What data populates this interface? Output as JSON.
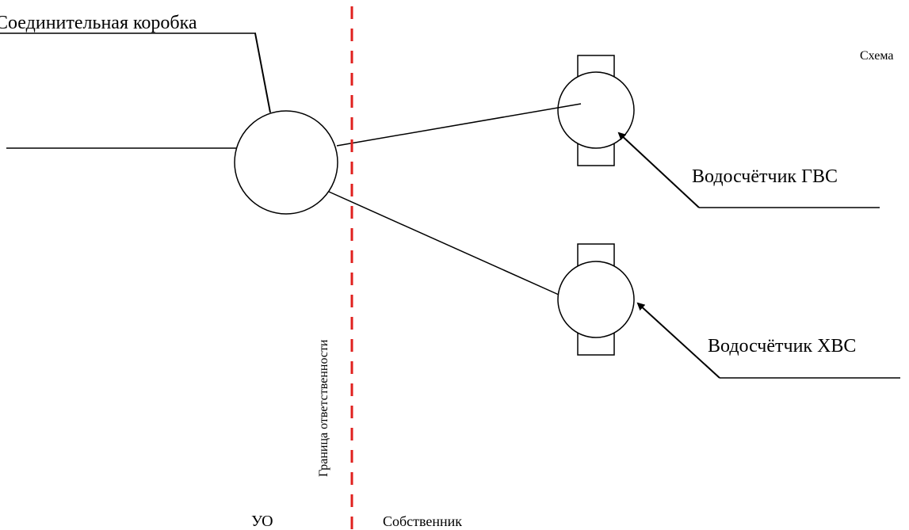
{
  "labels": {
    "junction_box": "Соединительная коробка",
    "scheme": "Схема",
    "hot_meter": "Водосчётчик ГВС",
    "cold_meter": "Водосчётчик ХВС",
    "boundary": "Граница ответственности",
    "left_party": "УО",
    "right_party": "Собственник"
  },
  "colors": {
    "boundary_line": "#e0201e",
    "lines": "#000000",
    "background": "#ffffff"
  }
}
